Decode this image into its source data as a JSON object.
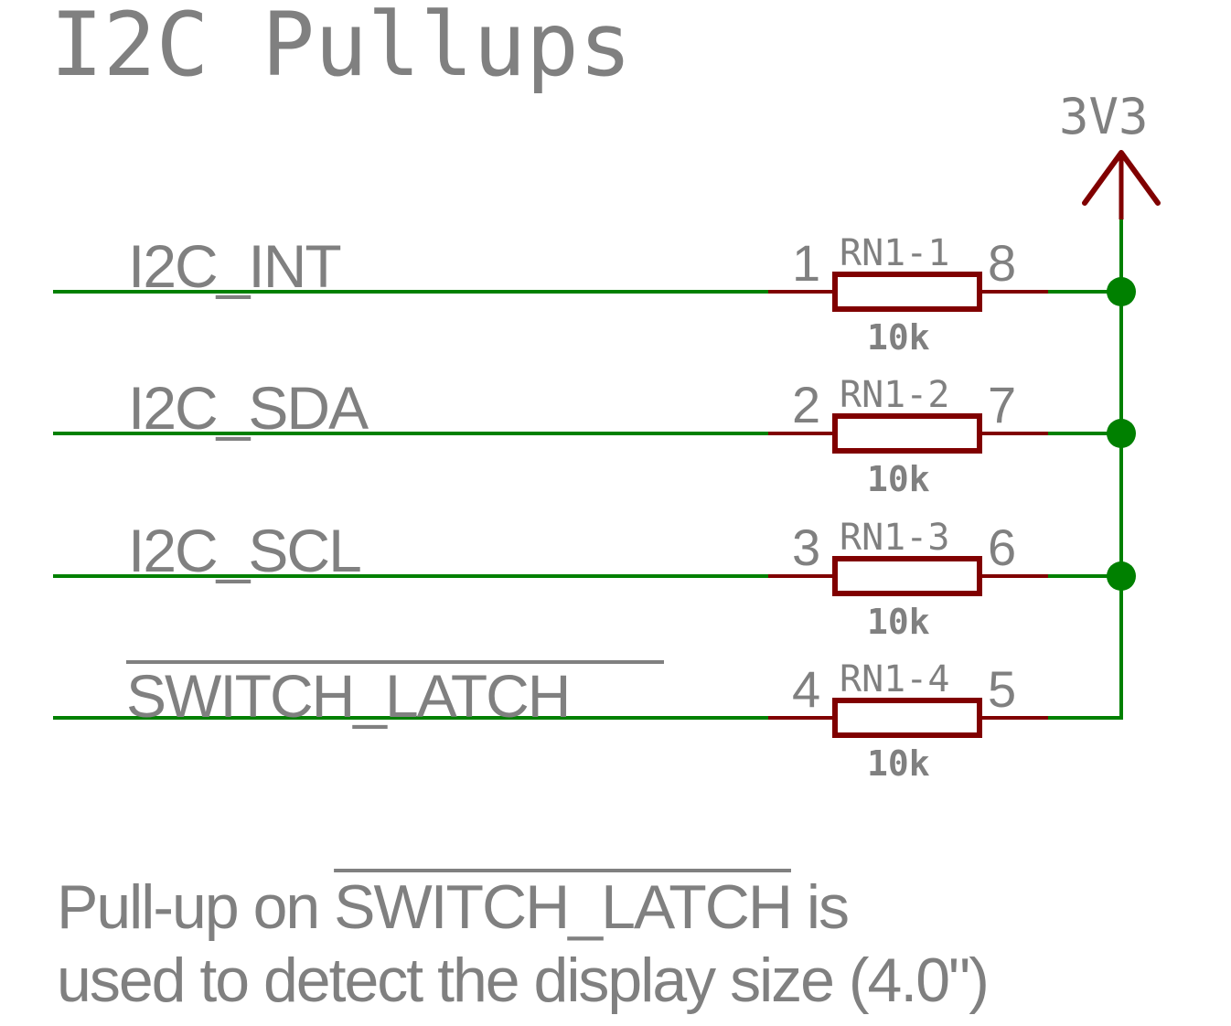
{
  "title": "I2C Pullups",
  "colors": {
    "wire": "#008000",
    "component": "#800000",
    "text": "#808080",
    "background": "#ffffff"
  },
  "supply": {
    "label": "3V3",
    "icon": "power-arrow-up"
  },
  "nets": [
    {
      "name": "I2C_INT",
      "active_low": false
    },
    {
      "name": "I2C_SDA",
      "active_low": false
    },
    {
      "name": "I2C_SCL",
      "active_low": false
    },
    {
      "name": "SWITCH_LATCH",
      "active_low": true
    }
  ],
  "resistors": [
    {
      "ref": "RN1-1",
      "value": "10k",
      "pin_left": "1",
      "pin_right": "8"
    },
    {
      "ref": "RN1-2",
      "value": "10k",
      "pin_left": "2",
      "pin_right": "7"
    },
    {
      "ref": "RN1-3",
      "value": "10k",
      "pin_left": "3",
      "pin_right": "6"
    },
    {
      "ref": "RN1-4",
      "value": "10k",
      "pin_left": "4",
      "pin_right": "5"
    }
  ],
  "note": {
    "line1_prefix": "Pull-up on ",
    "line1_signal": "SWITCH_LATCH",
    "line1_suffix": " is",
    "line2": "used to detect the display size (4.0\")"
  }
}
